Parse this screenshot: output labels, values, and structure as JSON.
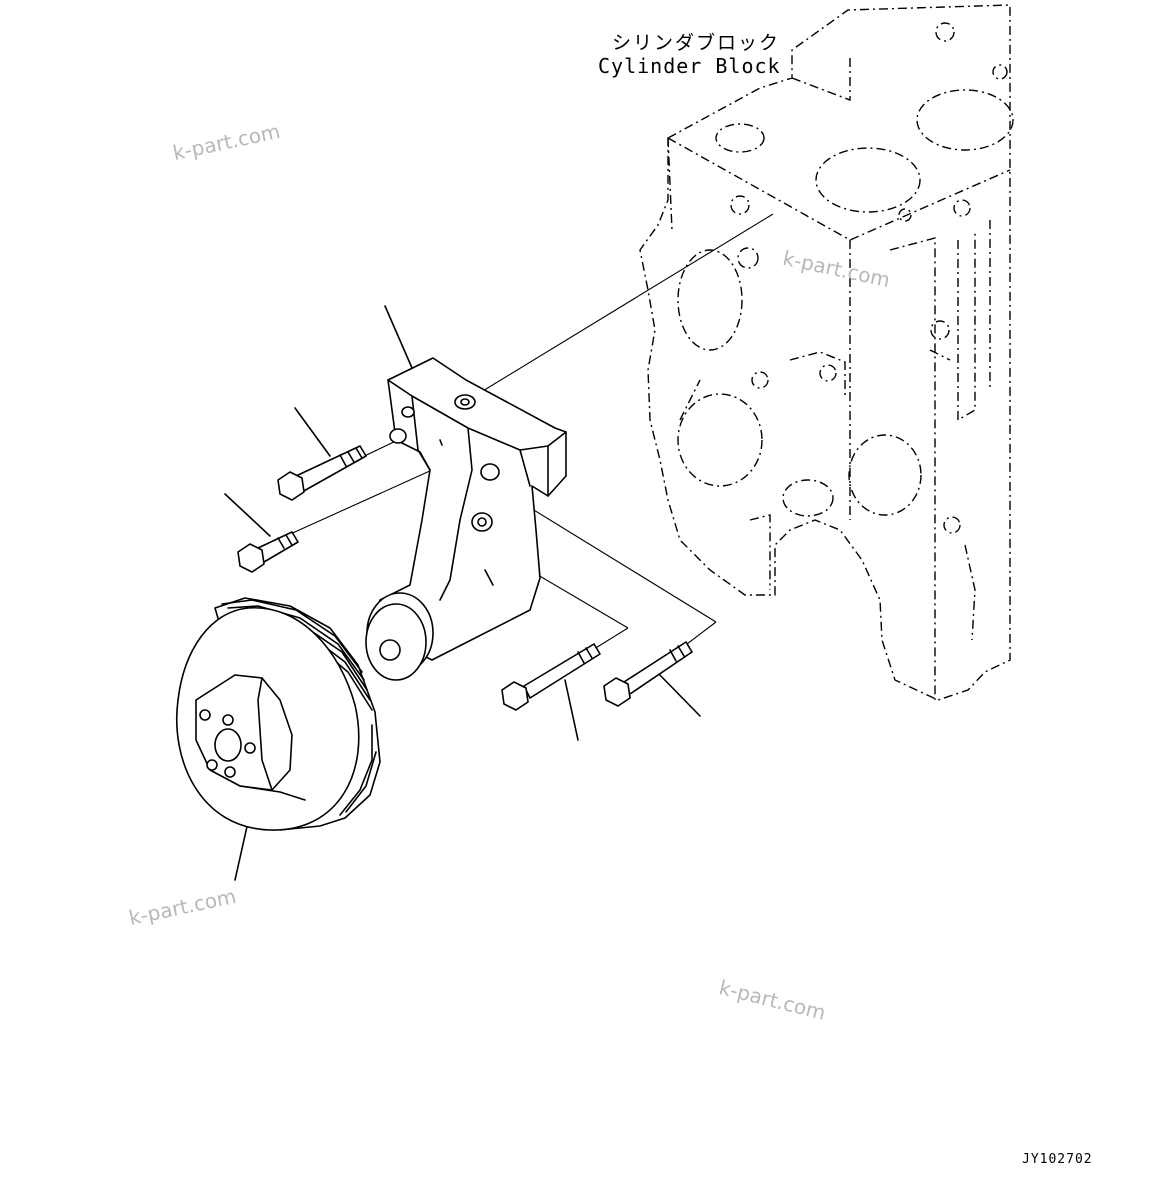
{
  "labels": {
    "cylinder_block_jp": "シリンダブロック",
    "cylinder_block_en": "Cylinder Block"
  },
  "drawing_number": "JY102702",
  "watermarks": [
    "k-part.com",
    "k-part.com",
    "k-part.com",
    "k-part.com"
  ],
  "colors": {
    "line": "#000000",
    "watermark": "#b8b8b8",
    "background": "#ffffff"
  }
}
